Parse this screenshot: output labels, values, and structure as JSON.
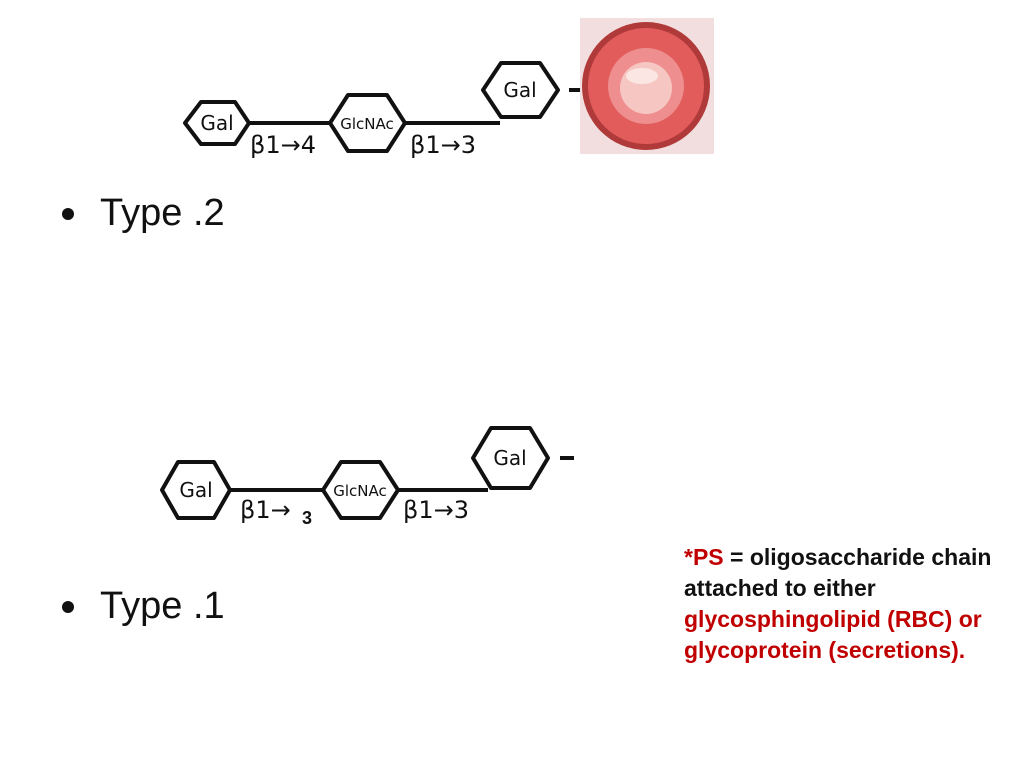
{
  "diagram_type2": {
    "hex1": "Gal",
    "link1": "β1→4",
    "hex2": "GlcNAc",
    "link2": "β1→3",
    "hex3": "Gal"
  },
  "diagram_type1": {
    "hex1": "Gal",
    "link1": "β1→",
    "link1_overlay": "3",
    "hex2": "GlcNAc",
    "link2": "β1→3",
    "hex3": "Gal"
  },
  "bullets": {
    "type2": "Type .2",
    "type1": "Type .1"
  },
  "note": {
    "ps_label": "*PS",
    "definition": " = oligosaccharide chain attached to either ",
    "glycosphingolipid": "glycosphingolipid",
    "rbc": " (RBC) or ",
    "glycoprotein": "glycoprotein",
    "secretions": " (secretions)."
  },
  "colors": {
    "accent_red": "#c00000",
    "rbc_fill": "#e25c5c"
  }
}
